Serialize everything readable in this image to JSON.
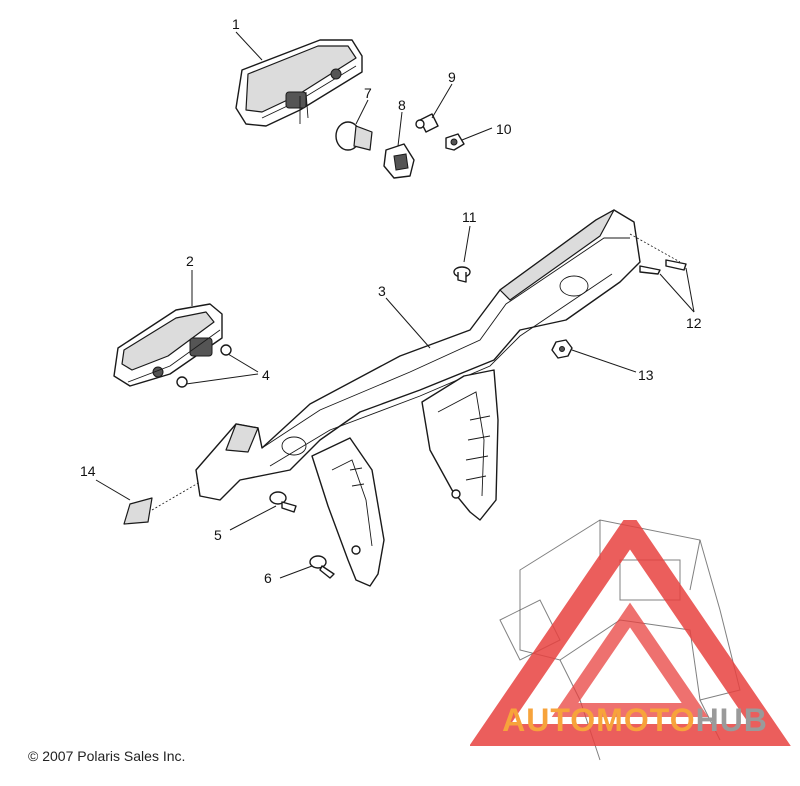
{
  "diagram": {
    "callouts": [
      "1",
      "2",
      "3",
      "4",
      "5",
      "6",
      "7",
      "8",
      "9",
      "10",
      "11",
      "12",
      "13",
      "14"
    ]
  },
  "footer": {
    "copyright": "© 2007 Polaris Sales Inc."
  },
  "watermark": {
    "brand_part1": "AUTO",
    "brand_part2": "MOTO",
    "brand_part3": "HUB",
    "colors": {
      "triangle": "#e8423f",
      "accent": "#f7a33b",
      "gray": "#9a9a9a"
    }
  }
}
